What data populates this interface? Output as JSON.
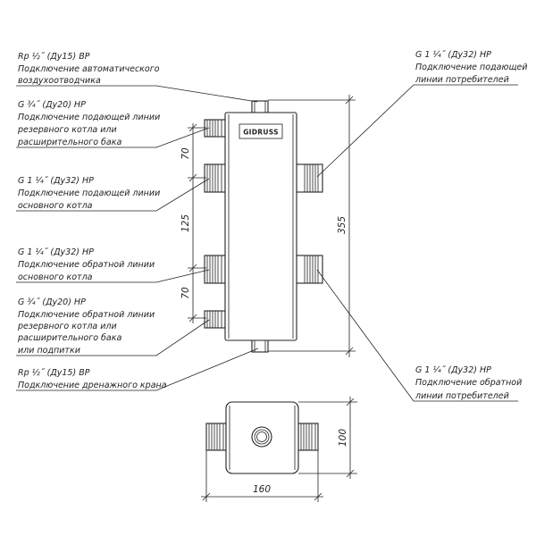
{
  "brand": "GIDRUSS",
  "callouts": {
    "top_air_vent": {
      "spec": "Rp ½˝ (Ду15) ВР",
      "lines": [
        "Подключение автоматического",
        "воздухоотводчика"
      ]
    },
    "left_1": {
      "spec": "G ¾˝ (Ду20) НР",
      "lines": [
        "Подключение подающей линии",
        "резервного котла или",
        "расширительного бака"
      ]
    },
    "left_2": {
      "spec": "G 1 ¼˝ (Ду32) НР",
      "lines": [
        "Подключение подающей линии",
        "основного котла"
      ]
    },
    "left_3": {
      "spec": "G 1 ¼˝ (Ду32) НР",
      "lines": [
        "Подключение обратной линии",
        "основного котла"
      ]
    },
    "left_4": {
      "spec": "G ¾˝ (Ду20) НР",
      "lines": [
        "Подключение обратной линии",
        "резервного котла или",
        "расширительного бака",
        "или подпитки"
      ]
    },
    "bottom_drain": {
      "spec": "Rp ½˝ (Ду15) ВР",
      "lines": [
        "Подключение дренажного крана"
      ]
    },
    "right_supply": {
      "spec": "G 1 ¼˝ (Ду32) НР",
      "lines": [
        "Подключение подающей",
        "линии потребителей"
      ]
    },
    "right_return": {
      "spec": "G 1 ¼˝ (Ду32) НР",
      "lines": [
        "Подключение обратной",
        "линии потребителей"
      ]
    }
  },
  "dimensions": {
    "height_total": "355",
    "spacing_top": "70",
    "spacing_middle": "125",
    "spacing_bottom": "70",
    "plan_width": "160",
    "plan_depth": "100"
  }
}
